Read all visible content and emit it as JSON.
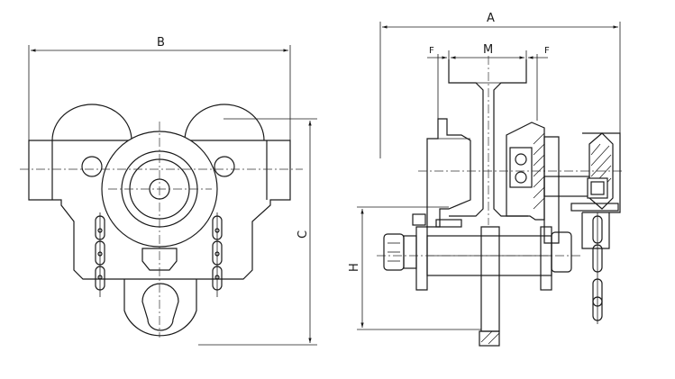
{
  "dimensions": {
    "overall_width": "B",
    "overall_height": "C",
    "side_width": "A",
    "beam_flange": "M",
    "clearance_left": "F",
    "clearance_right": "F",
    "beam_to_bottom": "H"
  },
  "colors": {
    "line": "#1a1a1a",
    "background": "#ffffff"
  }
}
